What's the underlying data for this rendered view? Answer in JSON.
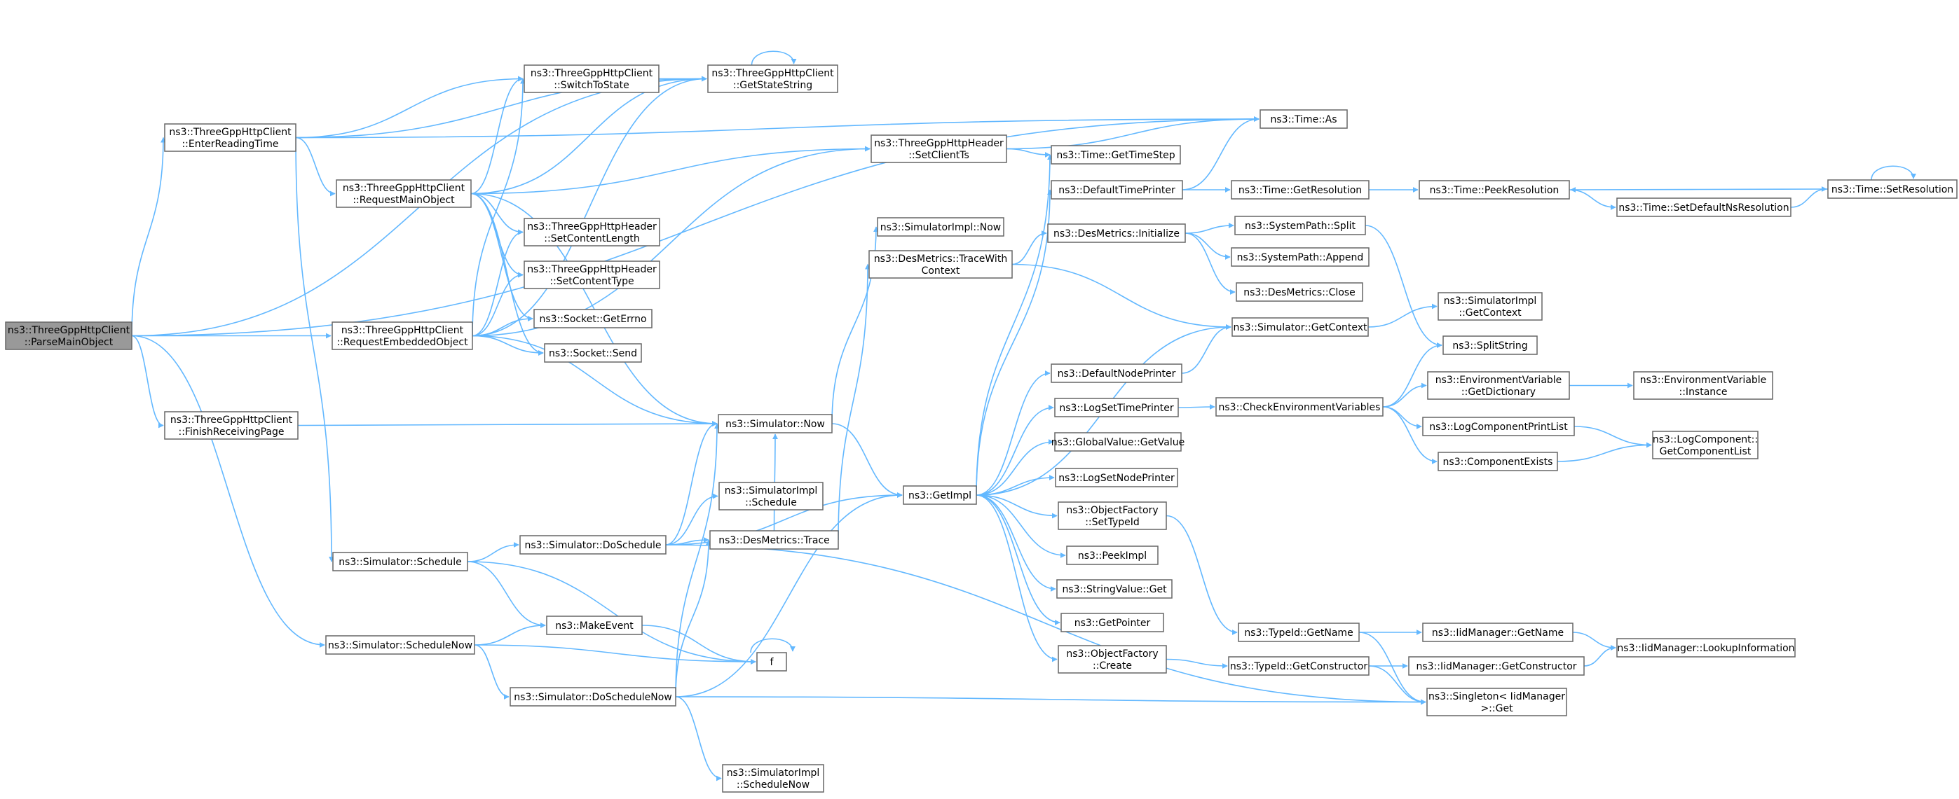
{
  "diagram": {
    "type": "call-graph",
    "colors": {
      "edge": "#63b8ff",
      "node_border": "#666666",
      "root_fill": "#999999",
      "node_fill": "#ffffff"
    },
    "nodes": [
      {
        "id": "parseMainObject",
        "lines": [
          "ns3::ThreeGppHttpClient",
          "::ParseMainObject"
        ],
        "root": true
      },
      {
        "id": "enterReadingTime",
        "lines": [
          "ns3::ThreeGppHttpClient",
          "::EnterReadingTime"
        ]
      },
      {
        "id": "requestMainObject",
        "lines": [
          "ns3::ThreeGppHttpClient",
          "::RequestMainObject"
        ]
      },
      {
        "id": "requestEmbeddedObject",
        "lines": [
          "ns3::ThreeGppHttpClient",
          "::RequestEmbeddedObject"
        ]
      },
      {
        "id": "finishReceivingPage",
        "lines": [
          "ns3::ThreeGppHttpClient",
          "::FinishReceivingPage"
        ]
      },
      {
        "id": "simSchedule",
        "lines": [
          "ns3::Simulator::Schedule"
        ]
      },
      {
        "id": "simScheduleNow",
        "lines": [
          "ns3::Simulator::ScheduleNow"
        ]
      },
      {
        "id": "switchToState",
        "lines": [
          "ns3::ThreeGppHttpClient",
          "::SwitchToState"
        ]
      },
      {
        "id": "getStateString",
        "lines": [
          "ns3::ThreeGppHttpClient",
          "::GetStateString"
        ]
      },
      {
        "id": "setContentLength",
        "lines": [
          "ns3::ThreeGppHttpHeader",
          "::SetContentLength"
        ]
      },
      {
        "id": "setContentType",
        "lines": [
          "ns3::ThreeGppHttpHeader",
          "::SetContentType"
        ]
      },
      {
        "id": "socketGetErrno",
        "lines": [
          "ns3::Socket::GetErrno"
        ]
      },
      {
        "id": "socketSend",
        "lines": [
          "ns3::Socket::Send"
        ]
      },
      {
        "id": "simDoSchedule",
        "lines": [
          "ns3::Simulator::DoSchedule"
        ]
      },
      {
        "id": "makeEvent",
        "lines": [
          "ns3::MakeEvent"
        ]
      },
      {
        "id": "simDoScheduleNow",
        "lines": [
          "ns3::Simulator::DoScheduleNow"
        ]
      },
      {
        "id": "simNow",
        "lines": [
          "ns3::Simulator::Now"
        ]
      },
      {
        "id": "simImplSchedule",
        "lines": [
          "ns3::SimulatorImpl",
          "::Schedule"
        ]
      },
      {
        "id": "desMetricsTrace",
        "lines": [
          "ns3::DesMetrics::Trace"
        ]
      },
      {
        "id": "f",
        "lines": [
          "f"
        ]
      },
      {
        "id": "simImplScheduleNow",
        "lines": [
          "ns3::SimulatorImpl",
          "::ScheduleNow"
        ]
      },
      {
        "id": "setClientTs",
        "lines": [
          "ns3::ThreeGppHttpHeader",
          "::SetClientTs"
        ]
      },
      {
        "id": "simImplNow",
        "lines": [
          "ns3::SimulatorImpl::Now"
        ]
      },
      {
        "id": "traceWithContext",
        "lines": [
          "ns3::DesMetrics::TraceWith",
          "Context"
        ]
      },
      {
        "id": "getImpl",
        "lines": [
          "ns3::GetImpl"
        ]
      },
      {
        "id": "timeGetTimeStep",
        "lines": [
          "ns3::Time::GetTimeStep"
        ]
      },
      {
        "id": "defaultTimePrinter",
        "lines": [
          "ns3::DefaultTimePrinter"
        ]
      },
      {
        "id": "desMetricsInitialize",
        "lines": [
          "ns3::DesMetrics::Initialize"
        ]
      },
      {
        "id": "defaultNodePrinter",
        "lines": [
          "ns3::DefaultNodePrinter"
        ]
      },
      {
        "id": "logSetTimePrinter",
        "lines": [
          "ns3::LogSetTimePrinter"
        ]
      },
      {
        "id": "globalValueGetValue",
        "lines": [
          "ns3::GlobalValue::GetValue"
        ]
      },
      {
        "id": "logSetNodePrinter",
        "lines": [
          "ns3::LogSetNodePrinter"
        ]
      },
      {
        "id": "objectFactorySetTypeId",
        "lines": [
          "ns3::ObjectFactory",
          "::SetTypeId"
        ]
      },
      {
        "id": "peekImpl",
        "lines": [
          "ns3::PeekImpl"
        ]
      },
      {
        "id": "stringValueGet",
        "lines": [
          "ns3::StringValue::Get"
        ]
      },
      {
        "id": "getPointer",
        "lines": [
          "ns3::GetPointer"
        ]
      },
      {
        "id": "objectFactoryCreate",
        "lines": [
          "ns3::ObjectFactory",
          "::Create"
        ]
      },
      {
        "id": "timeAs",
        "lines": [
          "ns3::Time::As"
        ]
      },
      {
        "id": "timeGetResolution",
        "lines": [
          "ns3::Time::GetResolution"
        ]
      },
      {
        "id": "systemPathSplit",
        "lines": [
          "ns3::SystemPath::Split"
        ]
      },
      {
        "id": "systemPathAppend",
        "lines": [
          "ns3::SystemPath::Append"
        ]
      },
      {
        "id": "desMetricsClose",
        "lines": [
          "ns3::DesMetrics::Close"
        ]
      },
      {
        "id": "simGetContext",
        "lines": [
          "ns3::Simulator::GetContext"
        ]
      },
      {
        "id": "checkEnvVars",
        "lines": [
          "ns3::CheckEnvironmentVariables"
        ]
      },
      {
        "id": "typeIdGetName",
        "lines": [
          "ns3::TypeId::GetName"
        ]
      },
      {
        "id": "typeIdGetConstructor",
        "lines": [
          "ns3::TypeId::GetConstructor"
        ]
      },
      {
        "id": "timePeekResolution",
        "lines": [
          "ns3::Time::PeekResolution"
        ]
      },
      {
        "id": "simImplGetContext",
        "lines": [
          "ns3::SimulatorImpl",
          "::GetContext"
        ]
      },
      {
        "id": "splitString",
        "lines": [
          "ns3::SplitString"
        ]
      },
      {
        "id": "envVarGetDictionary",
        "lines": [
          "ns3::EnvironmentVariable",
          "::GetDictionary"
        ]
      },
      {
        "id": "logComponentPrintList",
        "lines": [
          "ns3::LogComponentPrintList"
        ]
      },
      {
        "id": "componentExists",
        "lines": [
          "ns3::ComponentExists"
        ]
      },
      {
        "id": "iidGetName",
        "lines": [
          "ns3::IidManager::GetName"
        ]
      },
      {
        "id": "iidGetConstructor",
        "lines": [
          "ns3::IidManager::GetConstructor"
        ]
      },
      {
        "id": "singletonGet",
        "lines": [
          "ns3::Singleton< IidManager",
          " >::Get"
        ]
      },
      {
        "id": "timeSetDefaultNsResolution",
        "lines": [
          "ns3::Time::SetDefaultNsResolution"
        ]
      },
      {
        "id": "timeSetResolution",
        "lines": [
          "ns3::Time::SetResolution"
        ]
      },
      {
        "id": "envVarInstance",
        "lines": [
          "ns3::EnvironmentVariable",
          "::Instance"
        ]
      },
      {
        "id": "logComponentGetList",
        "lines": [
          "ns3::LogComponent::",
          "GetComponentList"
        ]
      },
      {
        "id": "iidLookupInformation",
        "lines": [
          "ns3::IidManager::LookupInformation"
        ]
      }
    ],
    "edges": [
      [
        "parseMainObject",
        "enterReadingTime"
      ],
      [
        "parseMainObject",
        "getStateString"
      ],
      [
        "parseMainObject",
        "timeAs"
      ],
      [
        "parseMainObject",
        "requestEmbeddedObject"
      ],
      [
        "parseMainObject",
        "finishReceivingPage"
      ],
      [
        "parseMainObject",
        "simScheduleNow"
      ],
      [
        "enterReadingTime",
        "getStateString"
      ],
      [
        "enterReadingTime",
        "switchToState"
      ],
      [
        "enterReadingTime",
        "timeAs"
      ],
      [
        "enterReadingTime",
        "requestMainObject"
      ],
      [
        "enterReadingTime",
        "simSchedule"
      ],
      [
        "requestMainObject",
        "switchToState"
      ],
      [
        "requestMainObject",
        "getStateString"
      ],
      [
        "requestMainObject",
        "setClientTs"
      ],
      [
        "requestMainObject",
        "simNow"
      ],
      [
        "requestMainObject",
        "setContentLength"
      ],
      [
        "requestMainObject",
        "setContentType"
      ],
      [
        "requestMainObject",
        "socketGetErrno"
      ],
      [
        "requestMainObject",
        "socketSend"
      ],
      [
        "requestEmbeddedObject",
        "switchToState"
      ],
      [
        "requestEmbeddedObject",
        "getStateString"
      ],
      [
        "requestEmbeddedObject",
        "setClientTs"
      ],
      [
        "requestEmbeddedObject",
        "setContentLength"
      ],
      [
        "requestEmbeddedObject",
        "setContentType"
      ],
      [
        "requestEmbeddedObject",
        "socketGetErrno"
      ],
      [
        "requestEmbeddedObject",
        "socketSend"
      ],
      [
        "requestEmbeddedObject",
        "simNow"
      ],
      [
        "finishReceivingPage",
        "simNow"
      ],
      [
        "switchToState",
        "getStateString"
      ],
      [
        "getStateString",
        "getStateString"
      ],
      [
        "simSchedule",
        "simDoSchedule"
      ],
      [
        "simSchedule",
        "makeEvent"
      ],
      [
        "simSchedule",
        "f"
      ],
      [
        "simScheduleNow",
        "makeEvent"
      ],
      [
        "simScheduleNow",
        "f"
      ],
      [
        "simScheduleNow",
        "simDoScheduleNow"
      ],
      [
        "makeEvent",
        "f"
      ],
      [
        "f",
        "f"
      ],
      [
        "simDoSchedule",
        "simNow"
      ],
      [
        "simDoSchedule",
        "simImplSchedule"
      ],
      [
        "simDoSchedule",
        "desMetricsTrace"
      ],
      [
        "simDoSchedule",
        "getImpl"
      ],
      [
        "simDoSchedule",
        "singletonGet"
      ],
      [
        "simDoScheduleNow",
        "simNow"
      ],
      [
        "simDoScheduleNow",
        "desMetricsTrace"
      ],
      [
        "simDoScheduleNow",
        "getImpl"
      ],
      [
        "simDoScheduleNow",
        "simImplScheduleNow"
      ],
      [
        "simDoScheduleNow",
        "singletonGet"
      ],
      [
        "simNow",
        "getImpl"
      ],
      [
        "simNow",
        "simImplNow"
      ],
      [
        "desMetricsTrace",
        "traceWithContext"
      ],
      [
        "desMetricsTrace",
        "simNow"
      ],
      [
        "setClientTs",
        "timeAs"
      ],
      [
        "setClientTs",
        "timeGetTimeStep"
      ],
      [
        "traceWithContext",
        "desMetricsInitialize"
      ],
      [
        "traceWithContext",
        "simGetContext"
      ],
      [
        "getImpl",
        "timeGetTimeStep"
      ],
      [
        "getImpl",
        "defaultTimePrinter"
      ],
      [
        "getImpl",
        "simGetContext"
      ],
      [
        "getImpl",
        "defaultNodePrinter"
      ],
      [
        "getImpl",
        "logSetTimePrinter"
      ],
      [
        "getImpl",
        "globalValueGetValue"
      ],
      [
        "getImpl",
        "logSetNodePrinter"
      ],
      [
        "getImpl",
        "objectFactorySetTypeId"
      ],
      [
        "getImpl",
        "peekImpl"
      ],
      [
        "getImpl",
        "stringValueGet"
      ],
      [
        "getImpl",
        "getPointer"
      ],
      [
        "getImpl",
        "objectFactoryCreate"
      ],
      [
        "defaultTimePrinter",
        "timeAs"
      ],
      [
        "defaultTimePrinter",
        "timeGetResolution"
      ],
      [
        "desMetricsInitialize",
        "systemPathSplit"
      ],
      [
        "desMetricsInitialize",
        "systemPathAppend"
      ],
      [
        "desMetricsInitialize",
        "desMetricsClose"
      ],
      [
        "defaultNodePrinter",
        "simGetContext"
      ],
      [
        "logSetTimePrinter",
        "checkEnvVars"
      ],
      [
        "objectFactorySetTypeId",
        "typeIdGetName"
      ],
      [
        "objectFactoryCreate",
        "typeIdGetConstructor"
      ],
      [
        "timeGetResolution",
        "timePeekResolution"
      ],
      [
        "systemPathSplit",
        "splitString"
      ],
      [
        "simGetContext",
        "simImplGetContext"
      ],
      [
        "checkEnvVars",
        "splitString"
      ],
      [
        "checkEnvVars",
        "envVarGetDictionary"
      ],
      [
        "checkEnvVars",
        "logComponentPrintList"
      ],
      [
        "checkEnvVars",
        "componentExists"
      ],
      [
        "typeIdGetName",
        "iidGetName"
      ],
      [
        "typeIdGetName",
        "singletonGet"
      ],
      [
        "typeIdGetConstructor",
        "iidGetConstructor"
      ],
      [
        "typeIdGetConstructor",
        "singletonGet"
      ],
      [
        "timePeekResolution",
        "timeSetDefaultNsResolution"
      ],
      [
        "timeSetDefaultNsResolution",
        "timeSetResolution"
      ],
      [
        "timeSetResolution",
        "timePeekResolution"
      ],
      [
        "timeSetResolution",
        "timeSetResolution"
      ],
      [
        "envVarGetDictionary",
        "envVarInstance"
      ],
      [
        "logComponentPrintList",
        "logComponentGetList"
      ],
      [
        "componentExists",
        "logComponentGetList"
      ],
      [
        "iidGetName",
        "iidLookupInformation"
      ],
      [
        "iidGetConstructor",
        "iidLookupInformation"
      ]
    ]
  }
}
